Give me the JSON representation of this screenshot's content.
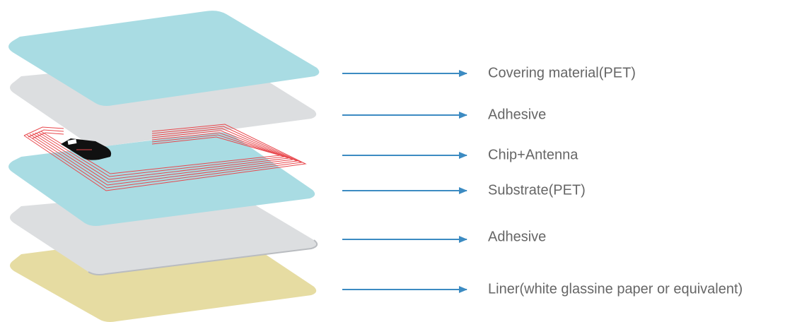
{
  "layers": [
    {
      "label": "Covering material(PET)",
      "color": "#a9dce3"
    },
    {
      "label": "Adhesive",
      "color": "#dcdee0"
    },
    {
      "label": "Chip+Antenna",
      "color": "#e8474c"
    },
    {
      "label": "Substrate(PET)",
      "color": "#a9dce3"
    },
    {
      "label": "Adhesive",
      "color": "#dcdee0"
    },
    {
      "label": "Liner(white glassine paper or equivalent)",
      "color": "#e6dca2"
    }
  ],
  "arrow_color": "#3c8bc2",
  "chip_color": "#111111",
  "label_color": "#666666"
}
